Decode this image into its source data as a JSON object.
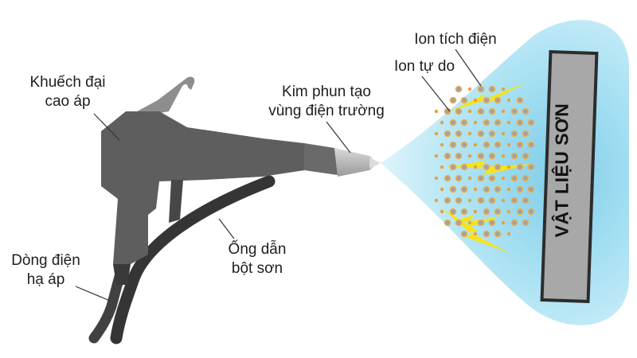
{
  "labels": {
    "amplifier": [
      "Khuếch đại",
      "cao áp"
    ],
    "needle": [
      "Kim phun tạo",
      "vùng điện trường"
    ],
    "charged_ion": "Ion tích điện",
    "free_ion": "Ion tự do",
    "hose": [
      "Ống dẫn",
      "bột sơn"
    ],
    "low_current": [
      "Dòng điện",
      "hạ áp"
    ],
    "material": "VẬT LIỆU SƠN"
  },
  "colors": {
    "gun_body": "#5e5e5e",
    "gun_dark": "#474747",
    "hose": "#353535",
    "nozzle": "#b9b9b9",
    "cloud": "#aee3f4",
    "material_face": "#a8a8a8",
    "free_ion": "#e8a13a",
    "charged_ion": "#a3a3a3",
    "charged_ion_ring": "#f0b04a",
    "lightning": "#f7e31a"
  },
  "icons": [
    "lightning-bolt-icon",
    "charged-ion-icon",
    "free-ion-icon"
  ]
}
